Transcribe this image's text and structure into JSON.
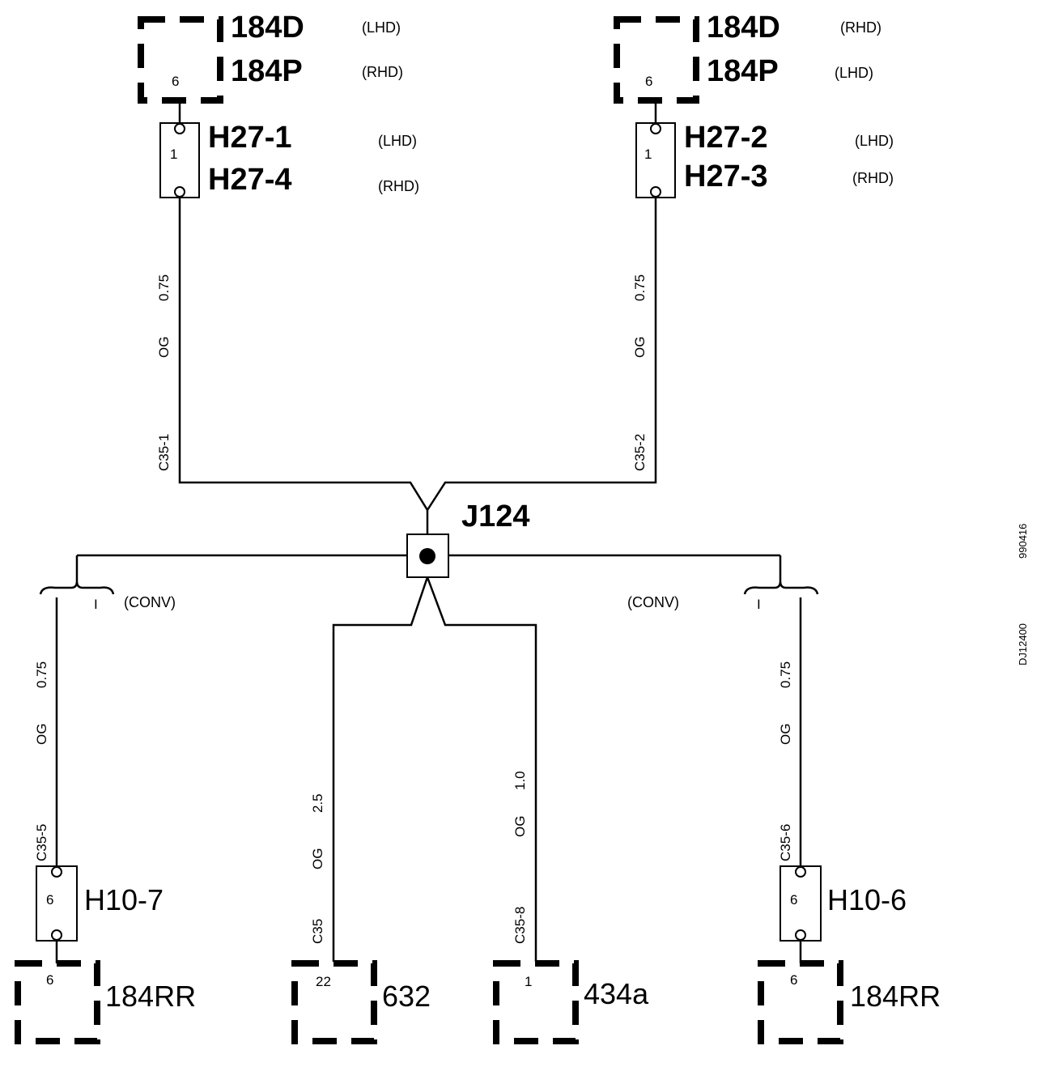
{
  "top_left": {
    "connector_a": "184D",
    "connector_a_note": "(LHD)",
    "connector_b": "184P",
    "connector_b_note": "(RHD)",
    "pin": "6",
    "inline_a": "H27-1",
    "inline_a_note": "(LHD)",
    "inline_b": "H27-4",
    "inline_b_note": "(RHD)",
    "inline_pin": "1",
    "wire_size": "0.75",
    "wire_color": "OG",
    "wire_circuit": "C35-1"
  },
  "top_right": {
    "connector_a": "184D",
    "connector_a_note": "(RHD)",
    "connector_b": "184P",
    "connector_b_note": "(LHD)",
    "pin": "6",
    "inline_a": "H27-2",
    "inline_a_note": "(LHD)",
    "inline_b": "H27-3",
    "inline_b_note": "(RHD)",
    "inline_pin": "1",
    "wire_size": "0.75",
    "wire_color": "OG",
    "wire_circuit": "C35-2"
  },
  "splice": {
    "label": "J124"
  },
  "option_left": {
    "label": "(CONV)",
    "mark": "I"
  },
  "option_right": {
    "label": "(CONV)",
    "mark": "I"
  },
  "bottom": [
    {
      "wire_size": "0.75",
      "wire_color": "OG",
      "wire_circuit": "C35-5",
      "inline": "H10-7",
      "inline_pin": "6",
      "connector": "184RR",
      "pin": "6"
    },
    {
      "wire_size": "2.5",
      "wire_color": "OG",
      "wire_circuit": "C35",
      "connector": "632",
      "pin": "22"
    },
    {
      "wire_size": "1.0",
      "wire_color": "OG",
      "wire_circuit": "C35-8",
      "connector": "434a",
      "pin": "1"
    },
    {
      "wire_size": "0.75",
      "wire_color": "OG",
      "wire_circuit": "C35-6",
      "inline": "H10-6",
      "inline_pin": "6",
      "connector": "184RR",
      "pin": "6"
    }
  ],
  "margin_codes": {
    "code_a": "990416",
    "code_b": "DJ12400"
  }
}
